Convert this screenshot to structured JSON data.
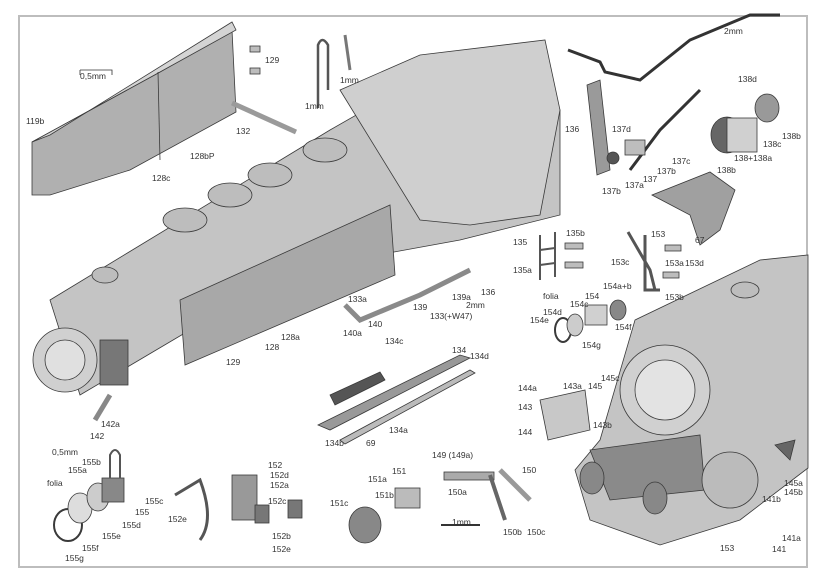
{
  "diagram": {
    "colors": {
      "part_fill": "#bdbdbd",
      "part_dark": "#6e6e6e",
      "outline": "#3a3a3a",
      "frame": "#bdbdbd"
    },
    "labels": [
      "0,5mm",
      "129",
      "1mm",
      "2mm",
      "119b",
      "132",
      "128bP",
      "128c",
      "1mm",
      "136",
      "138d",
      "137d",
      "137c",
      "137b",
      "137a",
      "137",
      "137b",
      "138c",
      "138b",
      "138+138a",
      "138b",
      "67",
      "135",
      "135b",
      "135a",
      "153",
      "153c",
      "153a",
      "153d",
      "153b",
      "133a",
      "139a",
      "2mm",
      "136",
      "139",
      "133(+W47)",
      "140",
      "140a",
      "134c",
      "folia",
      "154c",
      "154",
      "154a+b",
      "154d",
      "154e",
      "154f",
      "154g",
      "128a",
      "128",
      "129",
      "134",
      "134d",
      "142a",
      "142",
      "144a",
      "143a",
      "145",
      "145c",
      "143",
      "144",
      "143b",
      "134b",
      "69",
      "134a",
      "0,5mm",
      "155b",
      "155a",
      "folia",
      "155c",
      "155",
      "155d",
      "155e",
      "155f",
      "155g",
      "152e",
      "152",
      "152d",
      "152a",
      "152c",
      "152b",
      "152e",
      "151",
      "151a",
      "151b",
      "151c",
      "149 (149a)",
      "150",
      "150a",
      "1mm",
      "150b",
      "150c",
      "153",
      "141",
      "141b",
      "141a",
      "145a",
      "145b"
    ]
  }
}
